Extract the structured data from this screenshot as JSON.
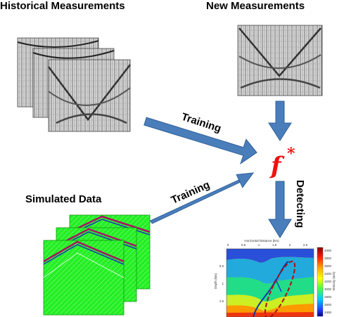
{
  "labels": {
    "historical": "Historical  Measurements",
    "new": "New Measurements",
    "simulated": "Simulated  Data",
    "training_top": "Training",
    "training_bottom": "Training",
    "detecting": "Detecting",
    "model": "f",
    "model_sup": "*"
  },
  "velocity_panel": {
    "title": "Horizontal Distance (km)",
    "y_title": "Depth (km)",
    "colorbar_title": "Velocity (m/s)",
    "x_ticks": [
      "0",
      "0.5",
      "1",
      "1.5",
      "2",
      "2.5"
    ],
    "y_ticks": [
      "0.5",
      "1",
      "1.5"
    ],
    "colorbar_ticks": [
      "4000",
      "3800",
      "3600",
      "3400",
      "3200",
      "3000",
      "2800",
      "2600",
      "2400"
    ]
  },
  "colors": {
    "arrow": "#4a7ebb",
    "arrow_stroke": "#2e5f99",
    "model_text": "#ee1111",
    "sim_green": "#22ee22",
    "ellipse": "#aa1111"
  }
}
